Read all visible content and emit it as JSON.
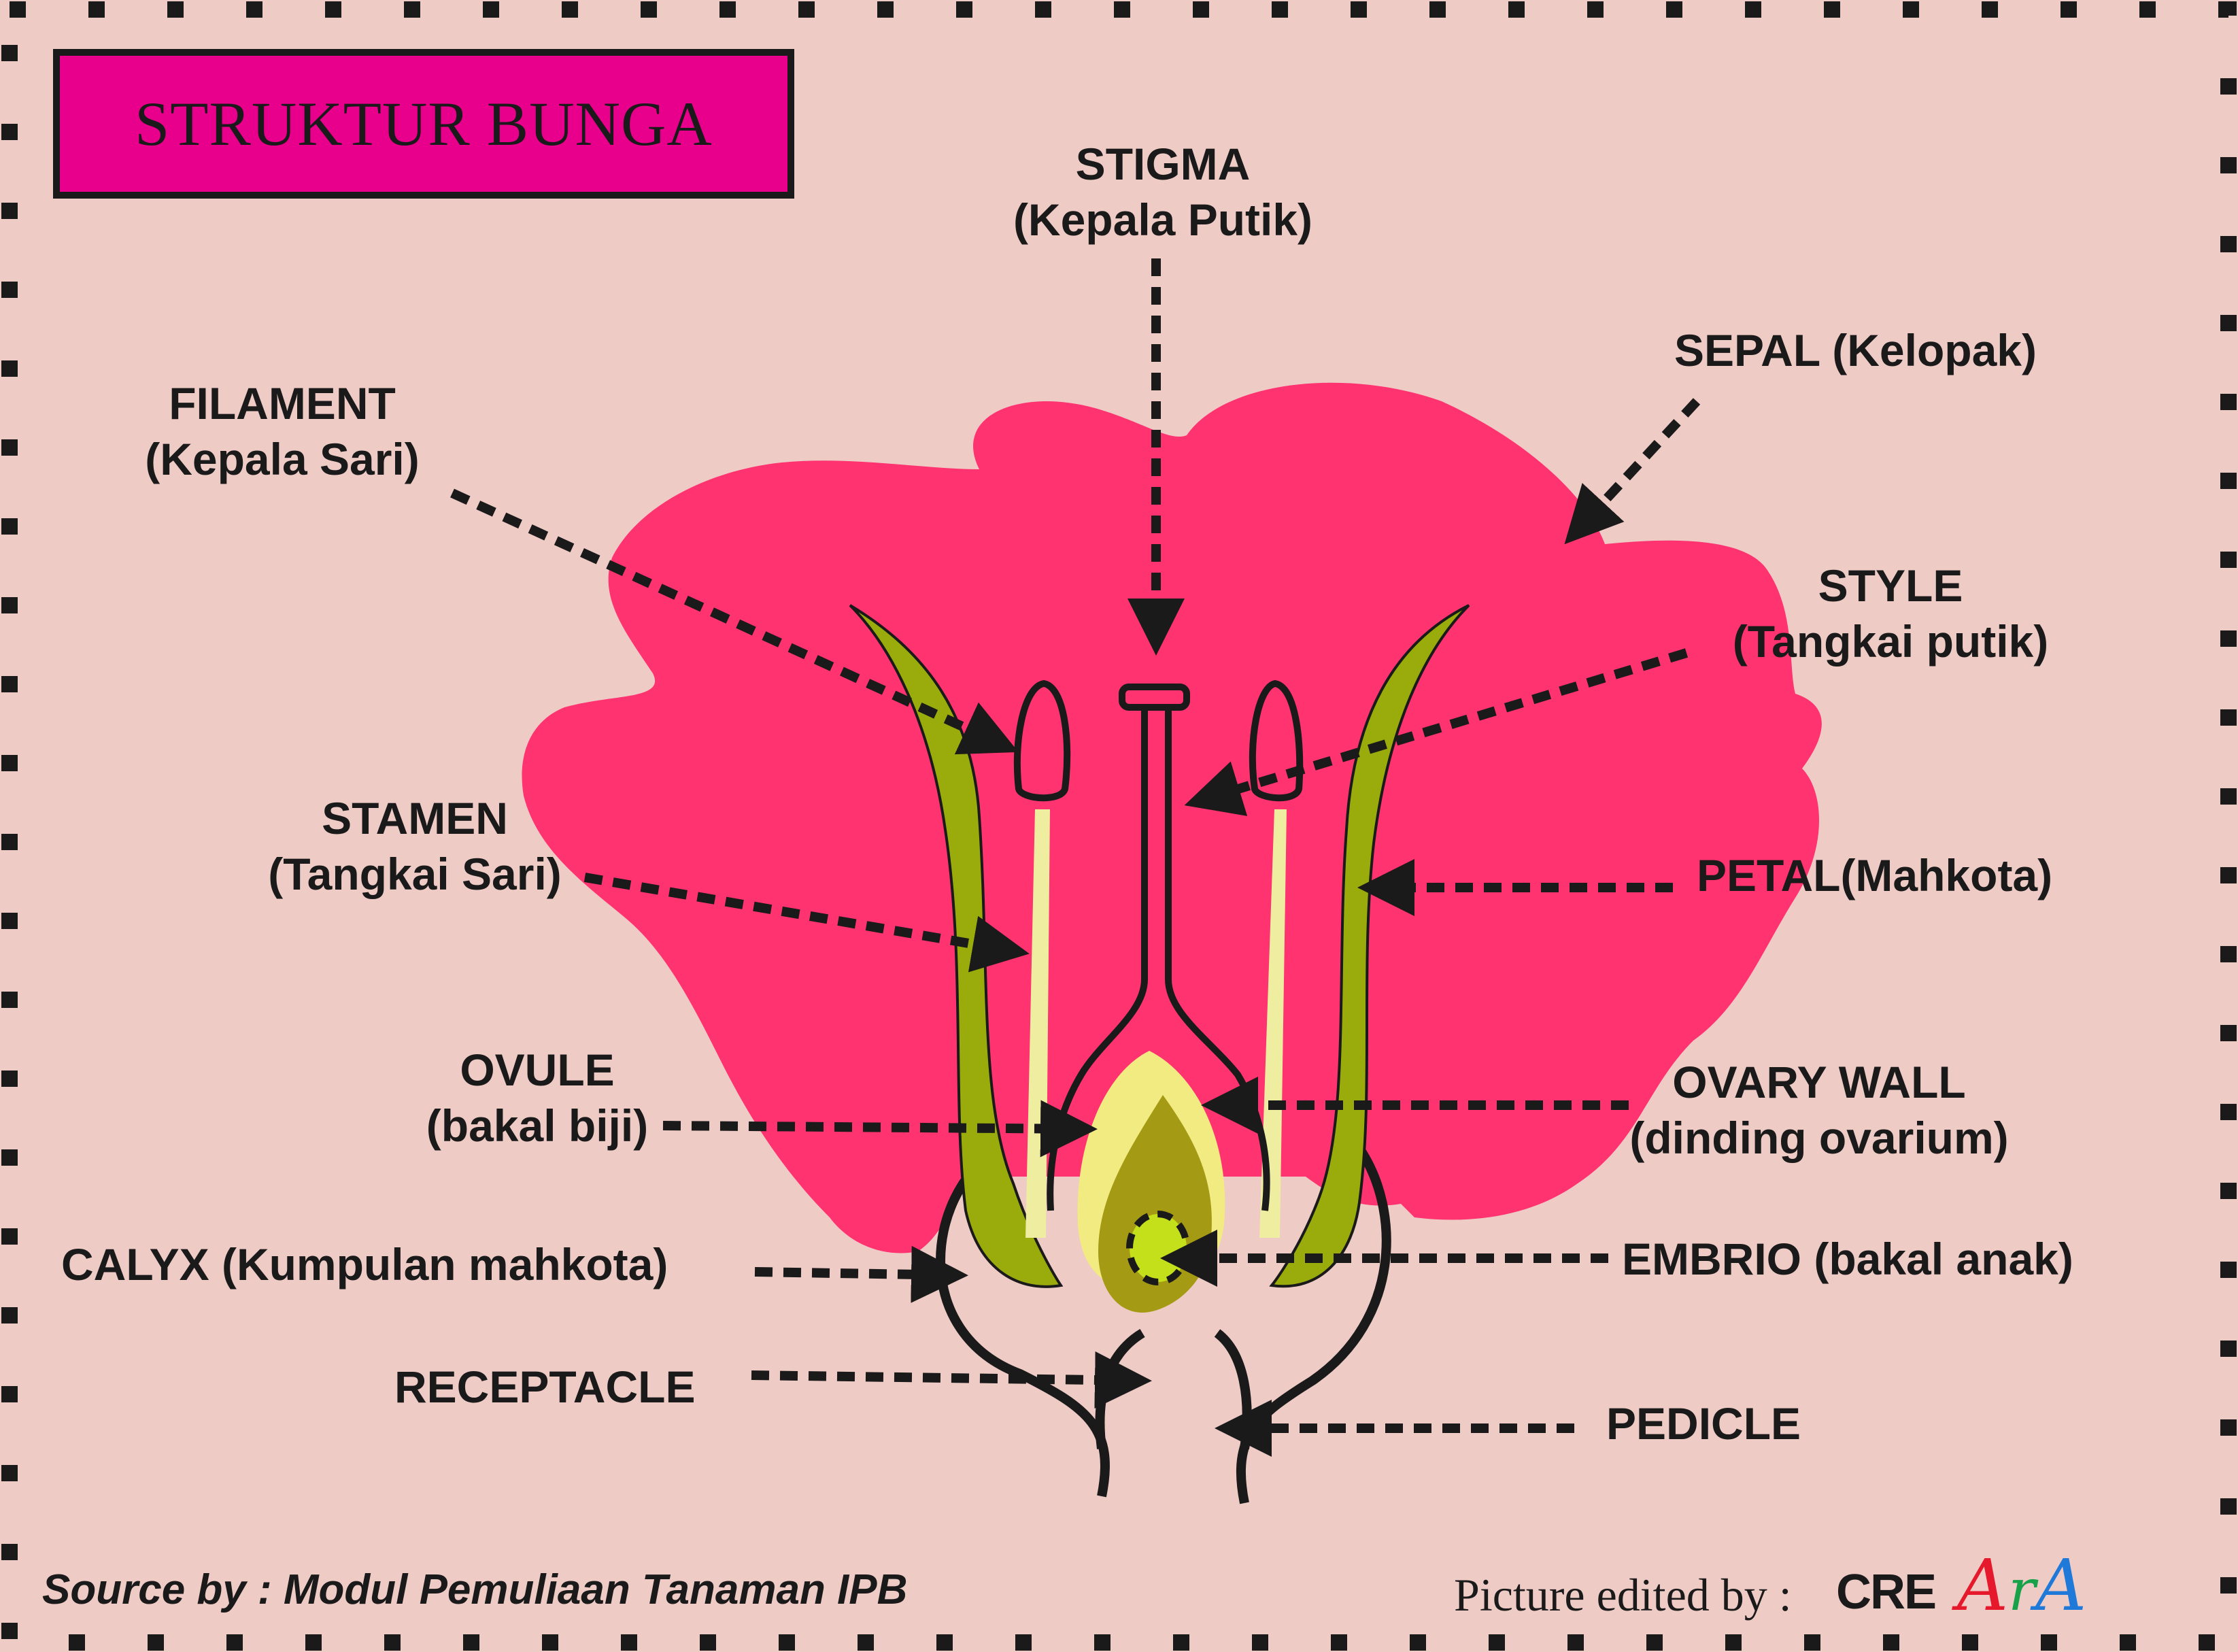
{
  "title": "STRUKTUR BUNGA",
  "labels": {
    "stigma": [
      "STIGMA",
      "(Kepala Putik)"
    ],
    "sepal": "SEPAL (Kelopak)",
    "filament": [
      "FILAMENT",
      "(Kepala Sari)"
    ],
    "style": [
      "STYLE",
      "(Tangkai putik)"
    ],
    "stamen": [
      "STAMEN",
      "(Tangkai Sari)"
    ],
    "petal": "PETAL(Mahkota)",
    "ovule": [
      "OVULE",
      "(bakal biji)"
    ],
    "ovary_wall": [
      "OVARY WALL",
      "(dinding ovarium)"
    ],
    "calyx": "CALYX (Kumpulan mahkota)",
    "embrio": "EMBRIO (bakal anak)",
    "receptacle": "RECEPTACLE",
    "pedicle": "PEDICLE"
  },
  "footer": {
    "source": "Source by : Modul Pemuliaan Tanaman IPB",
    "edited": "Picture edited by :",
    "logo_cre": "CRE",
    "logo_art": [
      "A",
      "r",
      "A"
    ]
  },
  "colors": {
    "background": "#efcbc6",
    "title_box": "#e8008c",
    "petal": "#fe3370",
    "sepal_green": "#9aab0c",
    "ovary_wall": "#f2eb82",
    "ovule": "#a49a14",
    "embryo": "#c4e01a",
    "stamen_filament": "#eeeda0",
    "ink": "#1a1a1a",
    "logo_red": "#e5192b",
    "logo_green": "#17a24a",
    "logo_blue": "#1f79d8"
  }
}
